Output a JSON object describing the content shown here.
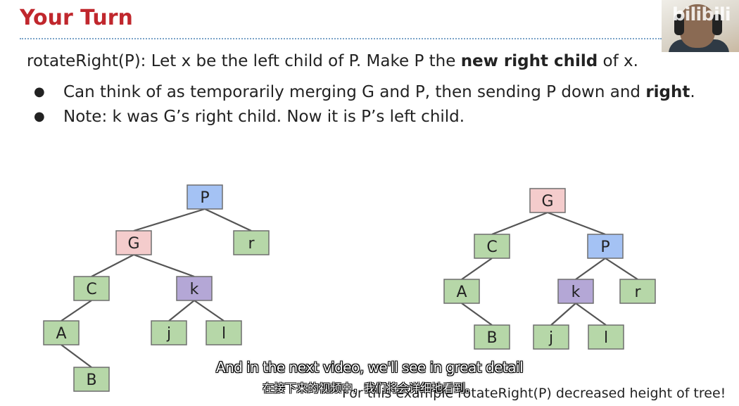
{
  "slide": {
    "title": "Your Turn",
    "line1_prefix": "rotateRight(P): Let x be the left child of P. Make P the ",
    "line1_bold": "new right child",
    "line1_suffix": " of x.",
    "bullet1_prefix": "Can think of as temporarily merging G and P, then sending P down and ",
    "bullet1_bold": "right",
    "bullet1_suffix": ".",
    "bullet2": "Note: k was G’s right child. Now it is P’s left child.",
    "bullet_symbol": "●",
    "note": "For this example rotateRight(P) decreased height of tree!"
  },
  "colors": {
    "blue_node": "#a4c2f4",
    "red_node": "#f4cccc",
    "green_node": "#b6d7a8",
    "purple_node": "#b4a7d6",
    "node_border": "#6e6e6e",
    "edge": "#555555",
    "title": "#c0272d"
  },
  "tree_before": {
    "nodes": [
      "P",
      "G",
      "r",
      "C",
      "k",
      "A",
      "j",
      "l",
      "B"
    ],
    "edges": [
      [
        "P",
        "G"
      ],
      [
        "P",
        "r"
      ],
      [
        "G",
        "C"
      ],
      [
        "G",
        "k"
      ],
      [
        "C",
        "A"
      ],
      [
        "A",
        "B"
      ],
      [
        "k",
        "j"
      ],
      [
        "k",
        "l"
      ]
    ]
  },
  "tree_after": {
    "nodes": [
      "G",
      "C",
      "P",
      "A",
      "k",
      "r",
      "B",
      "j",
      "l"
    ],
    "edges": [
      [
        "G",
        "C"
      ],
      [
        "G",
        "P"
      ],
      [
        "C",
        "A"
      ],
      [
        "A",
        "B"
      ],
      [
        "P",
        "k"
      ],
      [
        "P",
        "r"
      ],
      [
        "k",
        "j"
      ],
      [
        "k",
        "l"
      ]
    ]
  },
  "overlay": {
    "caption_en": "And in the next video, we'll see in great detail",
    "caption_zh": "在接下来的视频中，我们将会详细地看到。",
    "watermark": "bilibili"
  }
}
